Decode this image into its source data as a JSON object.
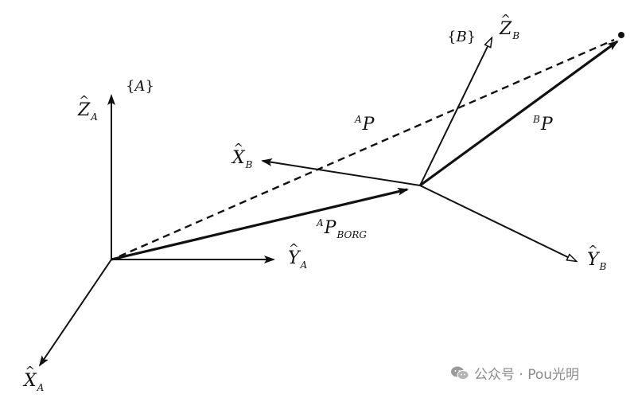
{
  "frames": {
    "A": {
      "label_open": "{",
      "label_letter": "A",
      "label_close": "}"
    },
    "B": {
      "label_open": "{",
      "label_letter": "B",
      "label_close": "}"
    }
  },
  "axes": {
    "ZA": {
      "letter": "Z",
      "sub": "A"
    },
    "YA": {
      "letter": "Y",
      "sub": "A"
    },
    "XA": {
      "letter": "X",
      "sub": "A"
    },
    "ZB": {
      "letter": "Z",
      "sub": "B"
    },
    "XB": {
      "letter": "X",
      "sub": "B"
    },
    "YB": {
      "letter": "Y",
      "sub": "B"
    }
  },
  "vectors": {
    "AP": {
      "sup": "A",
      "letter": "P"
    },
    "BP": {
      "sup": "B",
      "letter": "P"
    },
    "APBORG": {
      "sup": "A",
      "letter": "P",
      "sub": "BORG"
    }
  },
  "watermark": {
    "text": "公众号 · Pou光明",
    "icon": "wechat-icon"
  },
  "colors": {
    "ink": "#111111",
    "watermark": "#8a8a8a"
  }
}
